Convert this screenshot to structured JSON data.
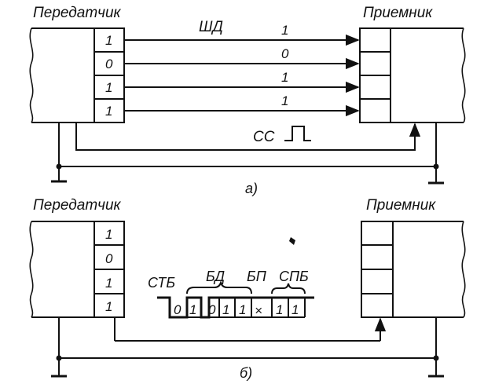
{
  "top": {
    "transmitter_label": "Передатчик",
    "receiver_label": "Приемник",
    "bus_label": "ШД",
    "strobe_label": "СС",
    "register_bits": [
      "1",
      "0",
      "1",
      "1"
    ],
    "line_bits": [
      "1",
      "0",
      "1",
      "1"
    ],
    "caption": "а)"
  },
  "bottom": {
    "transmitter_label": "Передатчик",
    "receiver_label": "Приемник",
    "register_bits": [
      "1",
      "0",
      "1",
      "1"
    ],
    "start_label": "СТБ",
    "data_label": "БД",
    "parity_label": "БП",
    "stop_label": "СПБ",
    "frame_bits": [
      "0",
      "1",
      "0",
      "1",
      "1",
      "×",
      "1",
      "1"
    ],
    "caption": "б)"
  }
}
